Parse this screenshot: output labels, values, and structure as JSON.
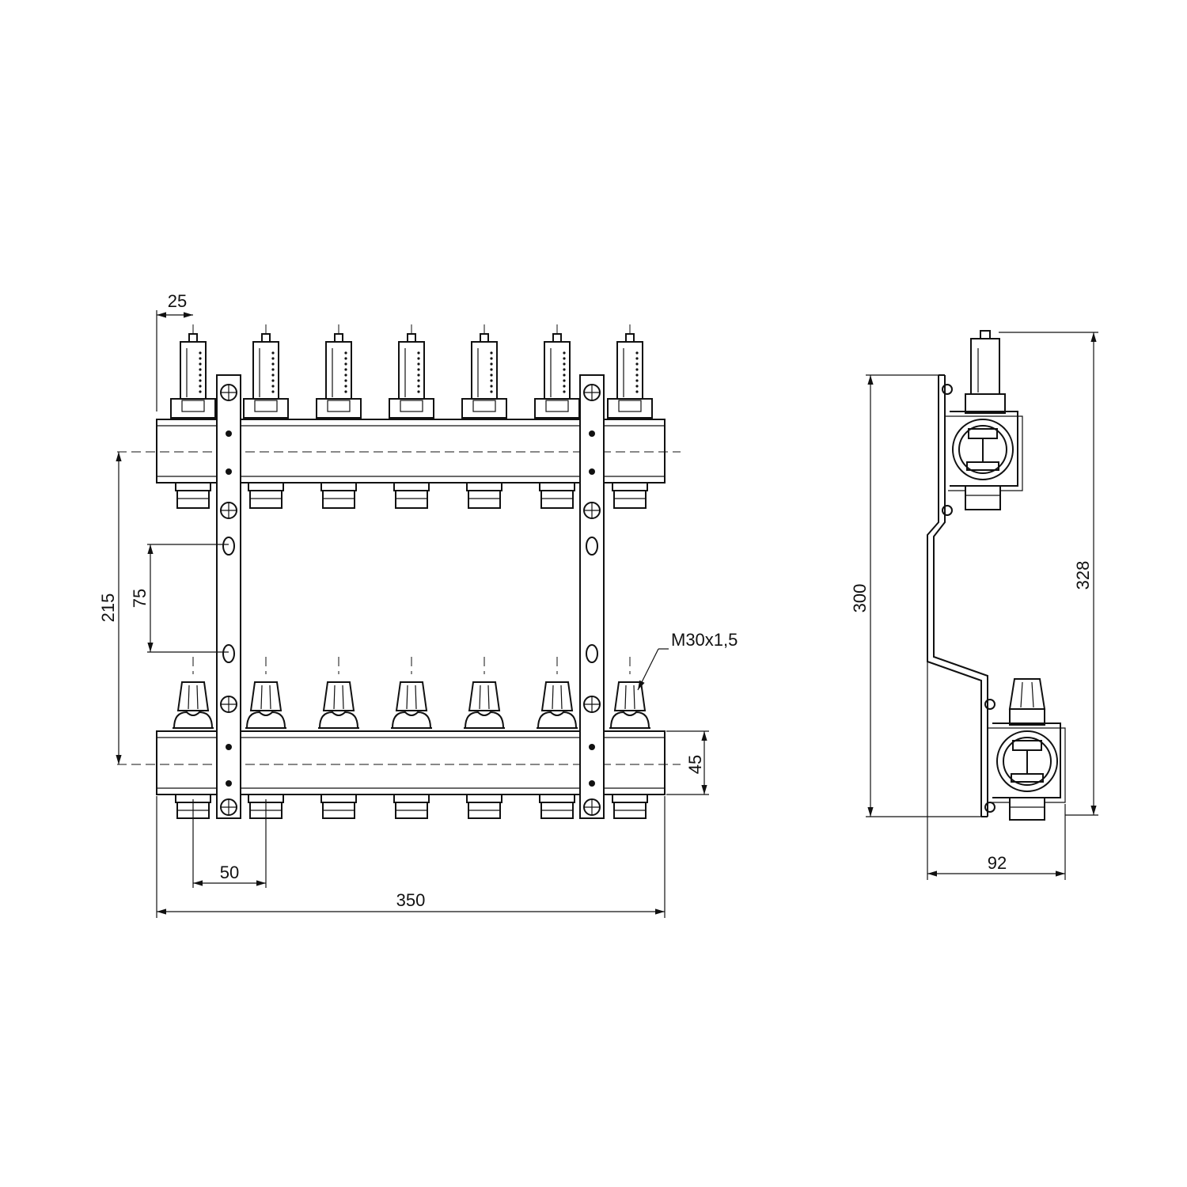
{
  "front_view": {
    "outlet_count": 7,
    "dimensions": {
      "outlet_width": "25",
      "outlet_spacing": "50",
      "overall_width": "350",
      "pipe_spacing": "215",
      "mounting_hole_spacing": "75",
      "pipe_height": "45"
    },
    "thread_label": "M30x1,5"
  },
  "side_view": {
    "dimensions": {
      "bracket_height": "300",
      "overall_height": "328",
      "depth": "92"
    }
  }
}
